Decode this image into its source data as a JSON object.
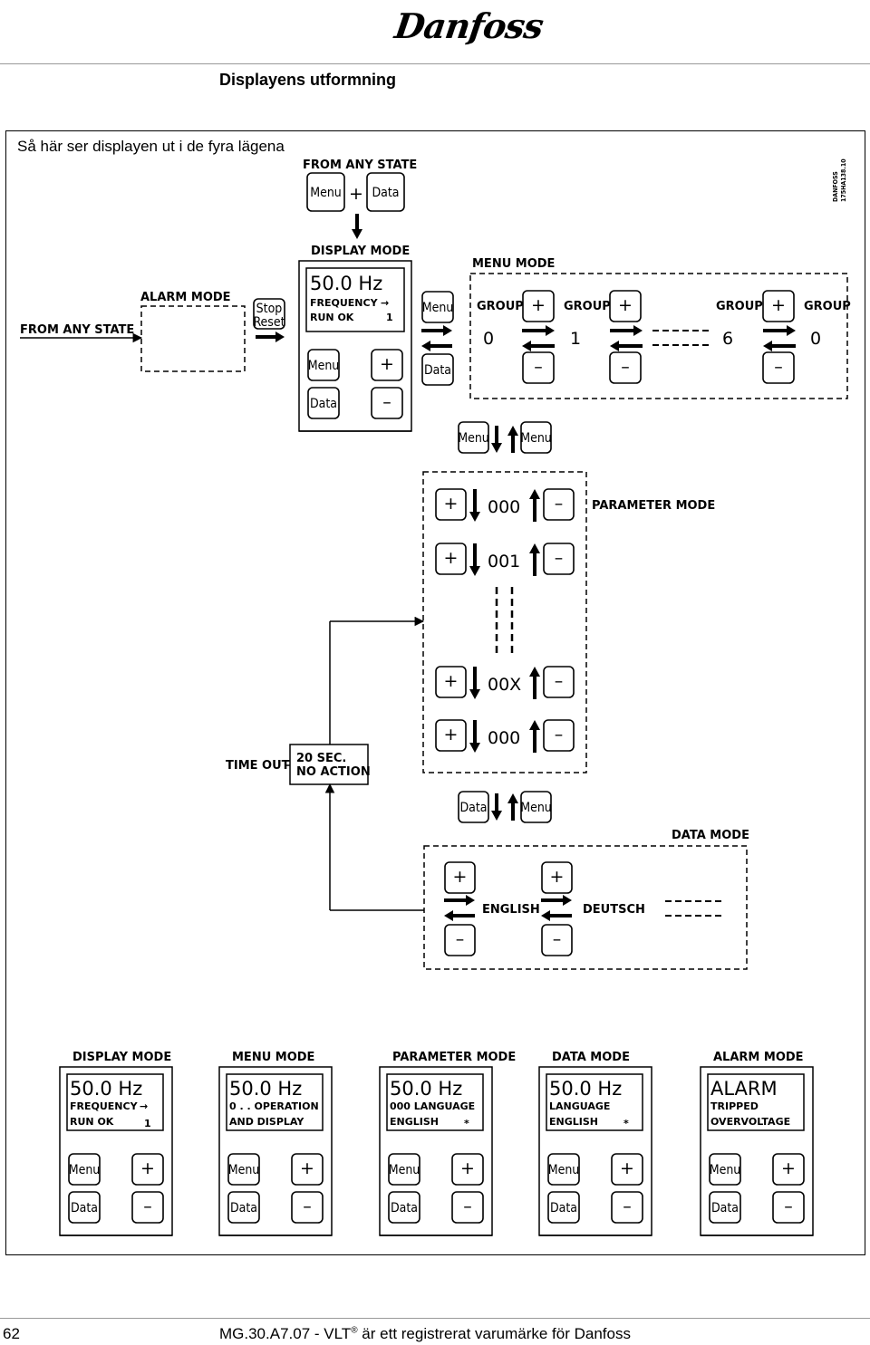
{
  "header": {
    "brand": "Danfoss"
  },
  "section_title": "Displayens utformning",
  "intro": "Så här ser displayen ut i de fyra lägena",
  "stamp": {
    "line1": "DANFOSS",
    "line2": "175HA138.10"
  },
  "labels": {
    "from_any_state": "FROM ANY STATE",
    "alarm_mode": "ALARM MODE",
    "display_mode": "DISPLAY MODE",
    "menu_mode": "MENU MODE",
    "parameter_mode": "PARAMETER MODE",
    "data_mode": "DATA MODE",
    "time_out": "TIME OUT",
    "timeout_1": "20 SEC.",
    "timeout_2": "NO ACTION"
  },
  "buttons": {
    "menu": "Menu",
    "data": "Data",
    "stop": "Stop",
    "reset": "Reset",
    "plus": "+",
    "minus": "–"
  },
  "top_display": {
    "line1": "50.0 Hz",
    "line2": "FREQUENCY",
    "line2_sym": "→",
    "line3": "RUN OK",
    "line3_val": "1"
  },
  "menu_groups": [
    {
      "label": "GROUP",
      "value": "0"
    },
    {
      "label": "GROUP",
      "value": "1"
    },
    {
      "label": "GROUP",
      "value": "6"
    },
    {
      "label": "GROUP",
      "value": "0"
    }
  ],
  "parameters": [
    "000",
    "001",
    "00X",
    "000"
  ],
  "data_values": [
    "ENGLISH",
    "DEUTSCH"
  ],
  "panels": [
    {
      "title": "DISPLAY MODE",
      "line1": "50.0 Hz",
      "line2": "FREQUENCY",
      "line2_right": "→",
      "line3": "RUN OK",
      "line3_right": "1"
    },
    {
      "title": "MENU MODE",
      "line1": "50.0 Hz",
      "line2": "0 . . OPERATION",
      "line2_right": "",
      "line3": "AND DISPLAY",
      "line3_right": ""
    },
    {
      "title": "PARAMETER MODE",
      "line1": "50.0 Hz",
      "line2": "000 LANGUAGE",
      "line2_right": "",
      "line3": "ENGLISH",
      "line3_right": "*"
    },
    {
      "title": "DATA MODE",
      "line1": "50.0 Hz",
      "line2": "LANGUAGE",
      "line2_right": "",
      "line3": "ENGLISH",
      "line3_right": "*"
    },
    {
      "title": "ALARM MODE",
      "line1": "ALARM",
      "line2": "TRIPPED",
      "line2_right": "",
      "line3": "OVERVOLTAGE",
      "line3_right": ""
    }
  ],
  "footer": {
    "page": "62",
    "text_prefix": "MG.30.A7.07 - VLT",
    "reg": "®",
    "text_suffix": " är ett registrerat varumärke för Danfoss"
  }
}
